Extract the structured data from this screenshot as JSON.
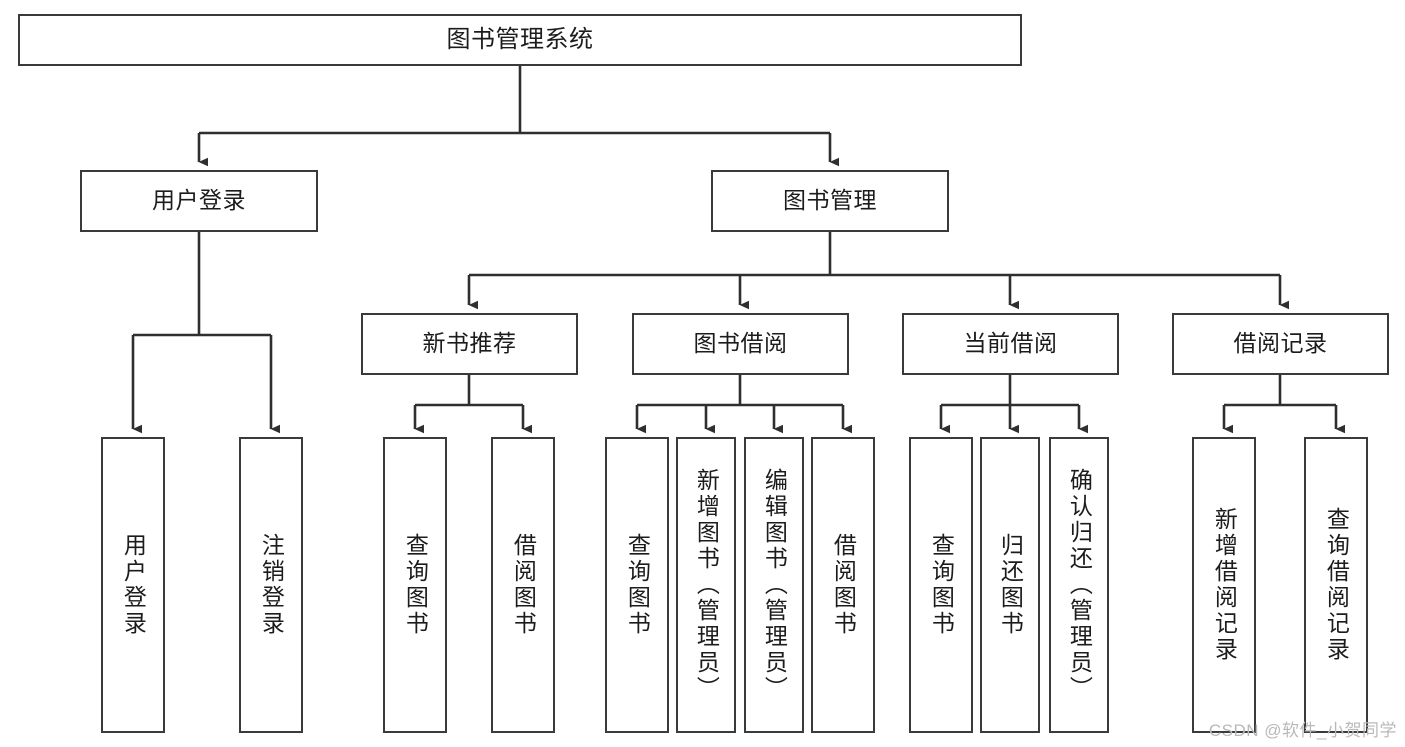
{
  "diagram": {
    "title": "图书管理系统",
    "type": "tree-hierarchy-chart",
    "colors": {
      "box_border": "#3a3a3a",
      "box_fill": "#ffffff",
      "connector": "#2f2f2f",
      "text": "#1c1c1c",
      "watermark": "#b9b9b9"
    },
    "nodes": {
      "root": {
        "label": "图书管理系统"
      },
      "level2": [
        {
          "id": "user-login",
          "label": "用户登录"
        },
        {
          "id": "book-management",
          "label": "图书管理"
        }
      ],
      "level3": [
        {
          "id": "new-book-recommend",
          "label": "新书推荐"
        },
        {
          "id": "book-borrow",
          "label": "图书借阅"
        },
        {
          "id": "current-borrow",
          "label": "当前借阅"
        },
        {
          "id": "borrow-record",
          "label": "借阅记录"
        }
      ],
      "leaves": {
        "user-login": [
          {
            "id": "leaf-user-login",
            "label": "用户登录"
          },
          {
            "id": "leaf-logout",
            "label": "注销登录"
          }
        ],
        "new-book-recommend": [
          {
            "id": "leaf-query-book-1",
            "label": "查询图书"
          },
          {
            "id": "leaf-borrow-book-1",
            "label": "借阅图书"
          }
        ],
        "book-borrow": [
          {
            "id": "leaf-query-book-2",
            "label": "查询图书"
          },
          {
            "id": "leaf-add-book",
            "label": "新增图书（管理员）"
          },
          {
            "id": "leaf-edit-book",
            "label": "编辑图书（管理员）"
          },
          {
            "id": "leaf-borrow-book-2",
            "label": "借阅图书"
          }
        ],
        "current-borrow": [
          {
            "id": "leaf-query-book-3",
            "label": "查询图书"
          },
          {
            "id": "leaf-return-book",
            "label": "归还图书"
          },
          {
            "id": "leaf-confirm-return",
            "label": "确认归还（管理员）"
          }
        ],
        "borrow-record": [
          {
            "id": "leaf-add-record",
            "label": "新增借阅记录"
          },
          {
            "id": "leaf-query-record",
            "label": "查询借阅记录"
          }
        ]
      }
    },
    "watermark": "CSDN @软件_小贺同学"
  }
}
